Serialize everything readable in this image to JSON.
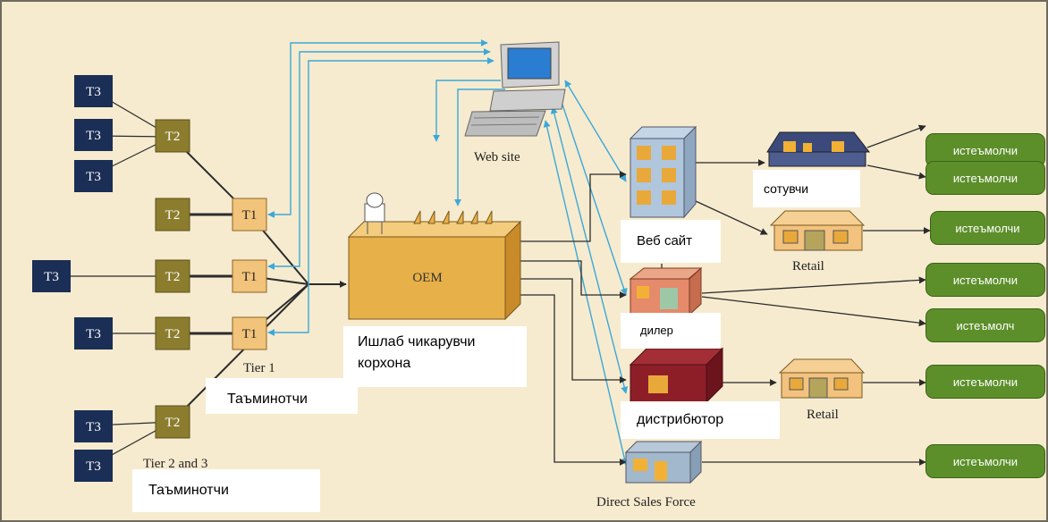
{
  "diagram": {
    "suppliers": {
      "t3_label": "T3",
      "t2_label": "T2",
      "t1_label": "T1",
      "tier1_caption": "Tier 1",
      "tier23_caption": "Tier 2 and 3"
    },
    "oem": {
      "label": "OEM"
    },
    "website": {
      "caption": "Web site"
    },
    "retail_caption": "Retail",
    "direct_sales_caption": "Direct Sales Force",
    "overlays": {
      "manufacturer": "Ишлаб чикарувчи корхона",
      "suppliers_tier1": "Таъминотчи",
      "suppliers_tier23": "Таъминотчи",
      "seller": "сотувчи",
      "website": "Веб сайт",
      "dealer": "дилер",
      "distributor": "дистрибютор"
    },
    "consumers": [
      "истеъмолчи",
      "истеъмолчи",
      "истеъмолчи",
      "истеъмолчи",
      "истеъмолч",
      "истеъмолчи",
      "истеъмолчи"
    ],
    "colors": {
      "background": "#f6ebcf",
      "t3_fill": "#1b2e55",
      "t2_fill": "#8c7d2e",
      "t1_fill": "#f2c37a",
      "oem_fill": "#e8b048",
      "info_arrow": "#3ba8d8",
      "consumer_fill": "#5c8f2a"
    }
  }
}
